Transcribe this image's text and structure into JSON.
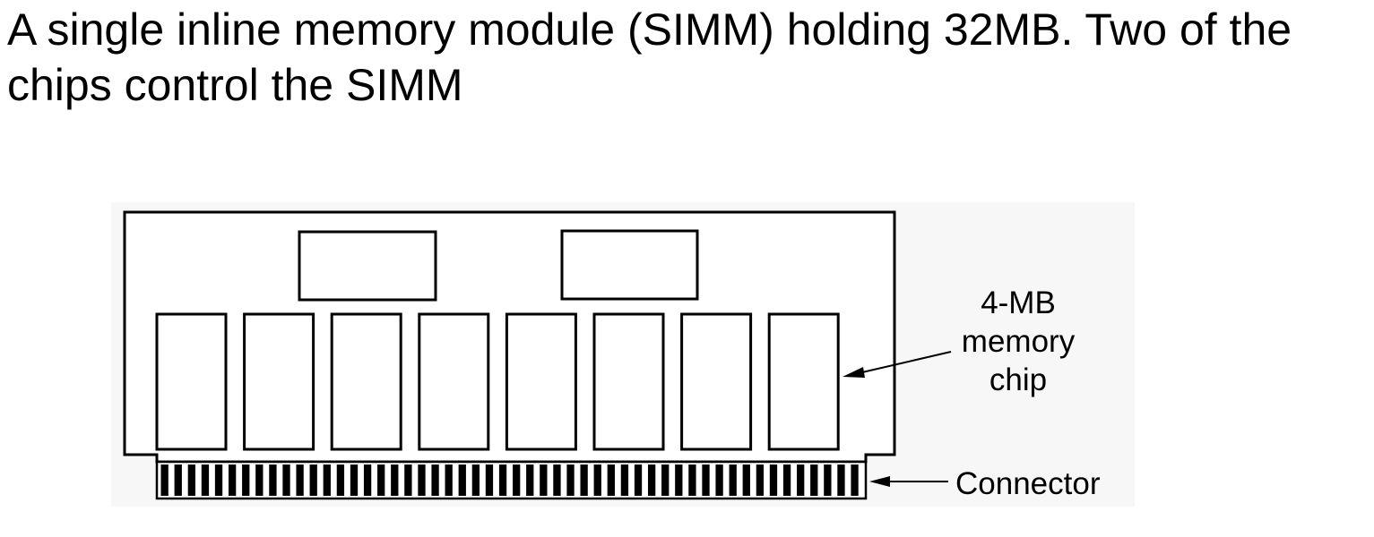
{
  "caption": "A single inline memory module (SIMM) holding 32MB. Two of the chips control the SIMM",
  "diagram": {
    "control_chip_count": 2,
    "memory_chip_count": 8,
    "connector_pin_count": 52,
    "labels": {
      "memory_chip": [
        "4-MB",
        "memory",
        "chip"
      ],
      "connector": "Connector"
    },
    "colors": {
      "line": "#000000",
      "board_fill": "#ffffff",
      "background_panel": "#f7f7f7"
    }
  }
}
